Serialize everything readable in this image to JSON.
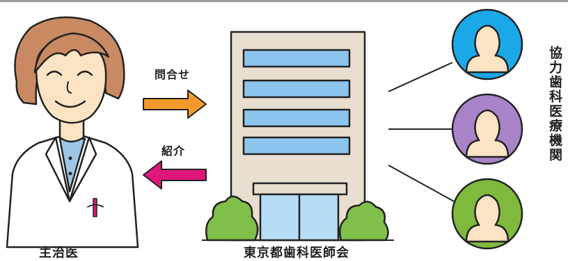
{
  "colors": {
    "skin": "#fbe3c4",
    "hair": "#c98a63",
    "coat": "#ffffff",
    "shirt": "#9dc6e6",
    "building": "#e8dfd0",
    "window": "#8ec5ee",
    "door": "#b7dcf5",
    "bush": "#7fbf4a",
    "arrow_inquiry": "#f19a2b",
    "arrow_referral": "#e0177b",
    "member_blue": "#1aa8e8",
    "member_purple": "#a984c8",
    "member_green": "#7fba3c"
  },
  "labels": {
    "inquiry": "問合せ",
    "referral": "紹介",
    "doctor": "主治医",
    "association": "東京都歯科医師会",
    "cooperating": "協力歯科医療機関"
  },
  "icons": {
    "doctor": "doctor-illustration",
    "building": "building-illustration",
    "member": "person-avatar-icon"
  }
}
